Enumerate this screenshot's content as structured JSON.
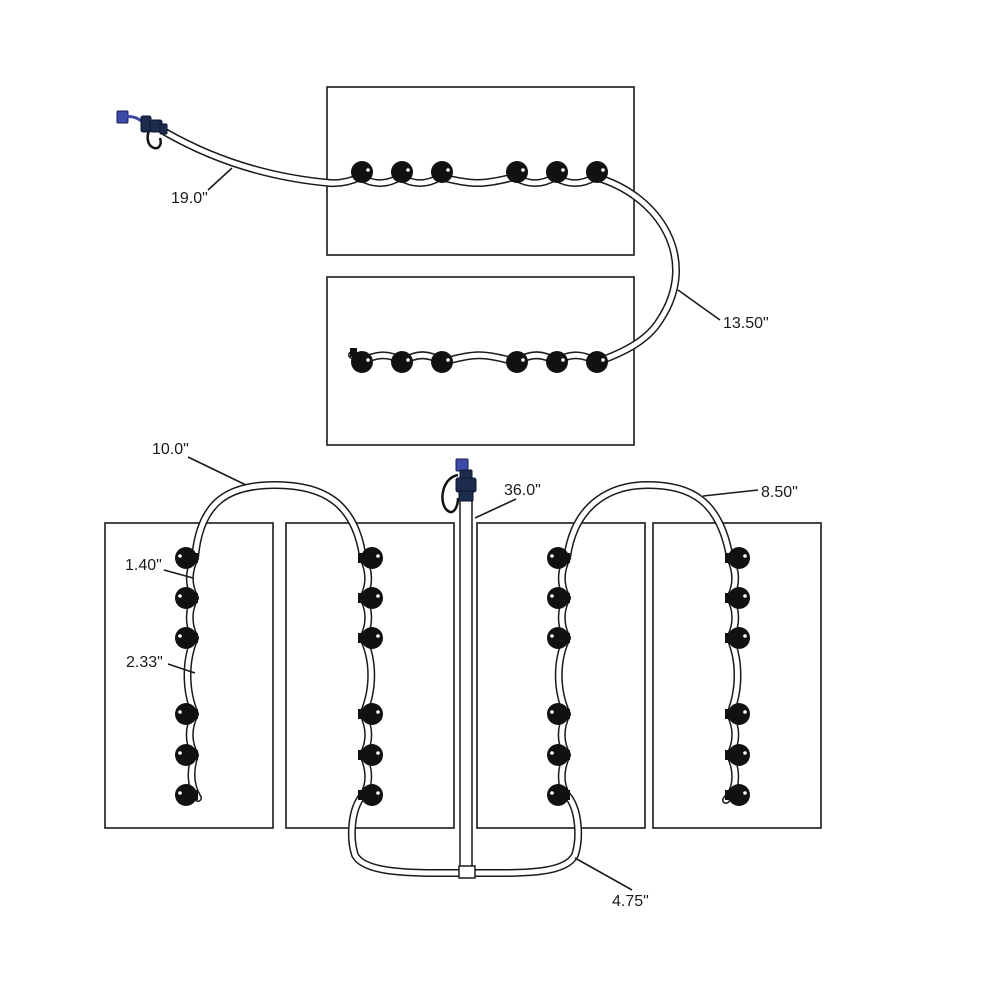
{
  "colors": {
    "line": "#1a1a1a",
    "fitting": "#111111",
    "connector_blue": "#3d4aa8",
    "connector_dark": "#1d2b4d"
  },
  "labels": {
    "top_inlet_length": "19.0\"",
    "top_return_loop": "13.50\"",
    "left_loop": "10.0\"",
    "fitting_spacing": "1.40\"",
    "group_gap": "2.33\"",
    "center_riser": "36.0\"",
    "right_loop": "8.50\"",
    "manifold_branch": "4.75\""
  }
}
